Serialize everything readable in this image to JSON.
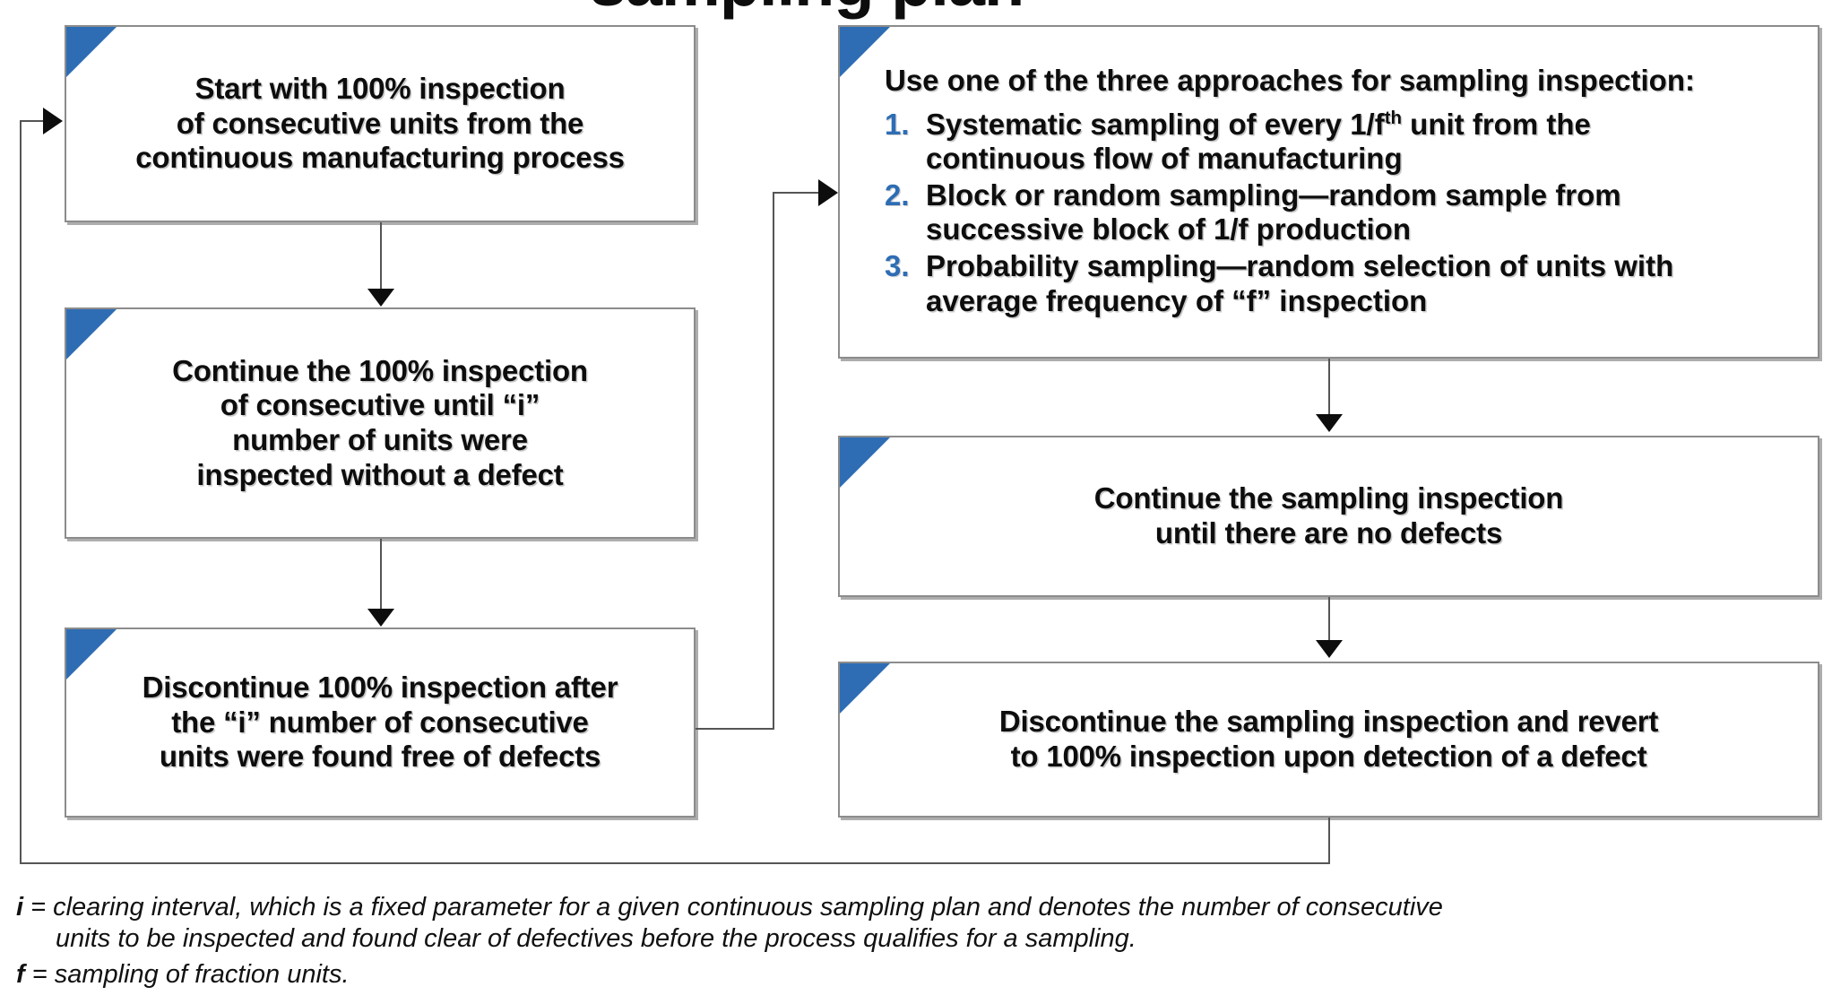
{
  "title_partial": "sampling plan",
  "colors": {
    "accent_blue": "#2E6DB4",
    "box_border": "#8c8c8c",
    "connector": "#555555",
    "text": "#0d0d0d",
    "background": "#ffffff"
  },
  "flow": {
    "left_column": [
      {
        "id": "start-100-percent-inspection",
        "lines": [
          "Start with 100% inspection",
          "of consecutive units from the",
          "continuous manufacturing process"
        ]
      },
      {
        "id": "continue-100-percent-inspection",
        "lines": [
          "Continue the 100% inspection",
          "of consecutive until “i”",
          "number of units were",
          "inspected without a defect"
        ]
      },
      {
        "id": "discontinue-100-percent-inspection",
        "lines": [
          "Discontinue 100% inspection after",
          "the “i” number of consecutive",
          "units were found free of defects"
        ]
      }
    ],
    "right_column": [
      {
        "id": "three-sampling-approaches",
        "heading": "Use one of the three approaches for sampling inspection:",
        "items": [
          {
            "number": "1.",
            "line1_a": "Systematic sampling of every 1/f",
            "line1_sup": "th",
            "line1_b": " unit from the",
            "line2": "continuous flow of manufacturing"
          },
          {
            "number": "2.",
            "line1_a": "Block or random sampling—random sample from",
            "line1_sup": "",
            "line1_b": "",
            "line2": "successive block of 1/f production"
          },
          {
            "number": "3.",
            "line1_a": "Probability sampling—random selection of units with",
            "line1_sup": "",
            "line1_b": "",
            "line2": "average frequency of “f” inspection"
          }
        ]
      },
      {
        "id": "continue-sampling-inspection",
        "lines": [
          "Continue the sampling inspection",
          "until there are no defects"
        ]
      },
      {
        "id": "discontinue-sampling-inspection",
        "lines": [
          "Discontinue the sampling inspection and revert",
          "to 100% inspection upon detection of a defect"
        ]
      }
    ]
  },
  "footnotes": [
    {
      "symbol": "i",
      "line1": " = clearing interval, which is a fixed parameter for a given continuous sampling plan and denotes the number of consecutive",
      "line2": "units to be inspected and found clear of defectives before the process qualifies for a sampling."
    },
    {
      "symbol": "f",
      "line1": " = sampling of fraction units.",
      "line2": ""
    }
  ]
}
